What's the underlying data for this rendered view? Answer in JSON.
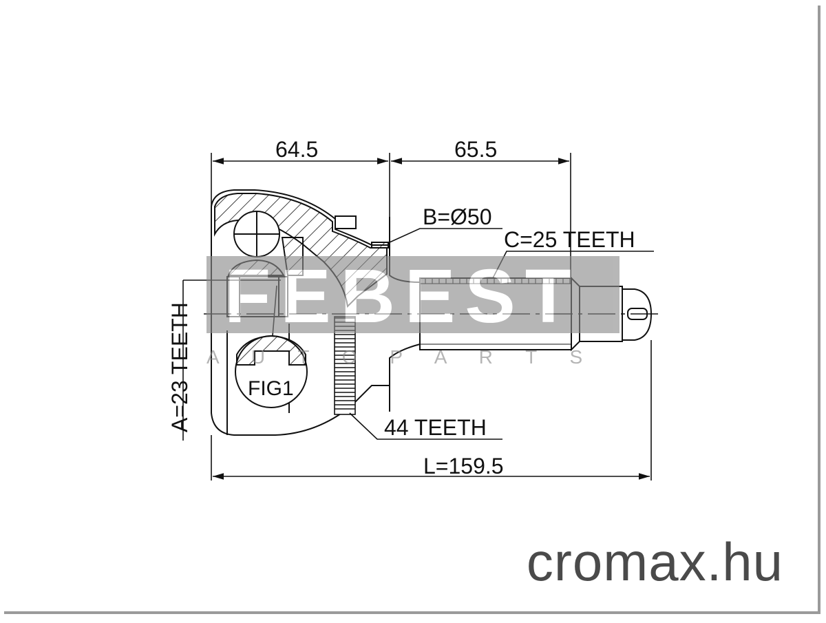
{
  "dimensions": {
    "left_length": "64.5",
    "right_length": "65.5",
    "total_length": "L=159.5",
    "outer_diameter": "B=Ø50",
    "outer_spline": "C=25 TEETH",
    "inner_spline": "A=23 TEETH",
    "abs_ring": "44 TEETH"
  },
  "figure_label": "FIG1",
  "watermark": {
    "brand": "FEBEST",
    "tagline": "A U T O   P A R T S"
  },
  "footer": {
    "site": "cromax.hu"
  },
  "colors": {
    "line": "#111111",
    "watermark": "#7a7a7a",
    "frame": "#9a9a9a"
  }
}
